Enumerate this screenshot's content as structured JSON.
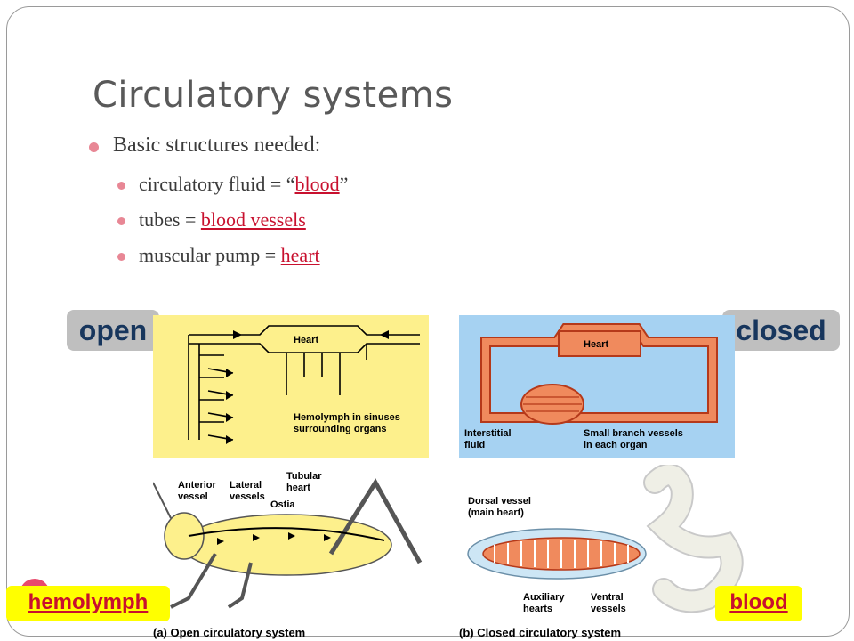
{
  "slide": {
    "title": "Circulatory systems",
    "bullet_main": "Basic structures needed:",
    "sub1_prefix": "circulatory fluid = “",
    "sub1_link": "blood",
    "sub1_suffix": "”",
    "sub2_prefix": "tubes = ",
    "sub2_link": "blood vessels",
    "sub3_prefix": "muscular pump = ",
    "sub3_link": "heart"
  },
  "tags": {
    "open": "open",
    "closed": "closed"
  },
  "labels": {
    "hemolymph": "hemolymph",
    "blood": "blood"
  },
  "open_diagram": {
    "heart": "Heart",
    "sinus_line1": "Hemolymph in sinuses",
    "sinus_line2": "surrounding organs",
    "anterior1": "Anterior",
    "anterior2": "vessel",
    "lateral1": "Lateral",
    "lateral2": "vessels",
    "tubular1": "Tubular",
    "tubular2": "heart",
    "ostia": "Ostia",
    "caption": "(a) Open circulatory system"
  },
  "closed_diagram": {
    "heart": "Heart",
    "interstitial1": "Interstitial",
    "interstitial2": "fluid",
    "branch1": "Small branch vessels",
    "branch2": "in each organ",
    "dorsal1": "Dorsal vessel",
    "dorsal2": "(main heart)",
    "auxiliary1": "Auxiliary",
    "auxiliary2": "hearts",
    "ventral1": "Ventral",
    "ventral2": "vessels",
    "caption": "(b) Closed circulatory system"
  },
  "colors": {
    "bullet": "#e88795",
    "link": "#c8102e",
    "tag_bg": "#bfbfbf",
    "tag_text": "#17365d",
    "label_bg": "#ffff00",
    "open_panel": "#fdf08c",
    "closed_panel": "#a6d2f2",
    "vessel": "#f08a5d"
  }
}
